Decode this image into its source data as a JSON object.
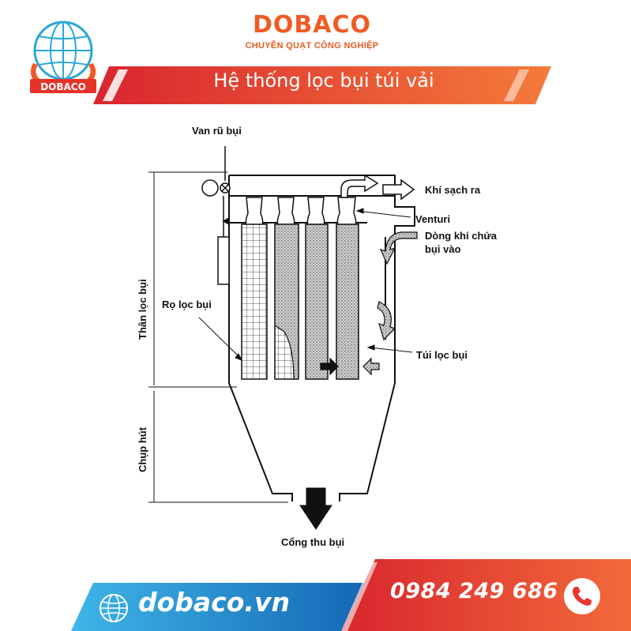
{
  "header": {
    "logo_text": "DOBACO",
    "brand_title": "DOBACO",
    "brand_subtitle": "CHUYÊN QUẠT CÔNG NGHIỆP",
    "banner_title": "Hệ thống lọc bụi túi vải"
  },
  "diagram": {
    "labels": {
      "van_ru_bui": "Van rũ bụi",
      "khi_sach_ra": "Khí sạch ra",
      "venturi": "Venturi",
      "dong_khi_1": "Dòng khí chứa",
      "dong_khi_2": "bụi vào",
      "ro_loc_bui": "Rọ lọc bụi",
      "tui_loc_bui": "Túi lọc bụi",
      "than_loc_bui": "Thân lọc bụi",
      "chup_hut": "Chụp hút",
      "cong_thu_bui": "Cổng thu bụi"
    }
  },
  "footer": {
    "website": "dobaco.vn",
    "phone": "0984 249 686",
    "globe_icon": "globe-icon",
    "phone_icon": "phone-icon"
  },
  "colors": {
    "brand_orange": "#f15a24",
    "banner_red": "#e63a2e",
    "footer_blue": "#1e88c8",
    "footer_red": "#e8362f"
  }
}
